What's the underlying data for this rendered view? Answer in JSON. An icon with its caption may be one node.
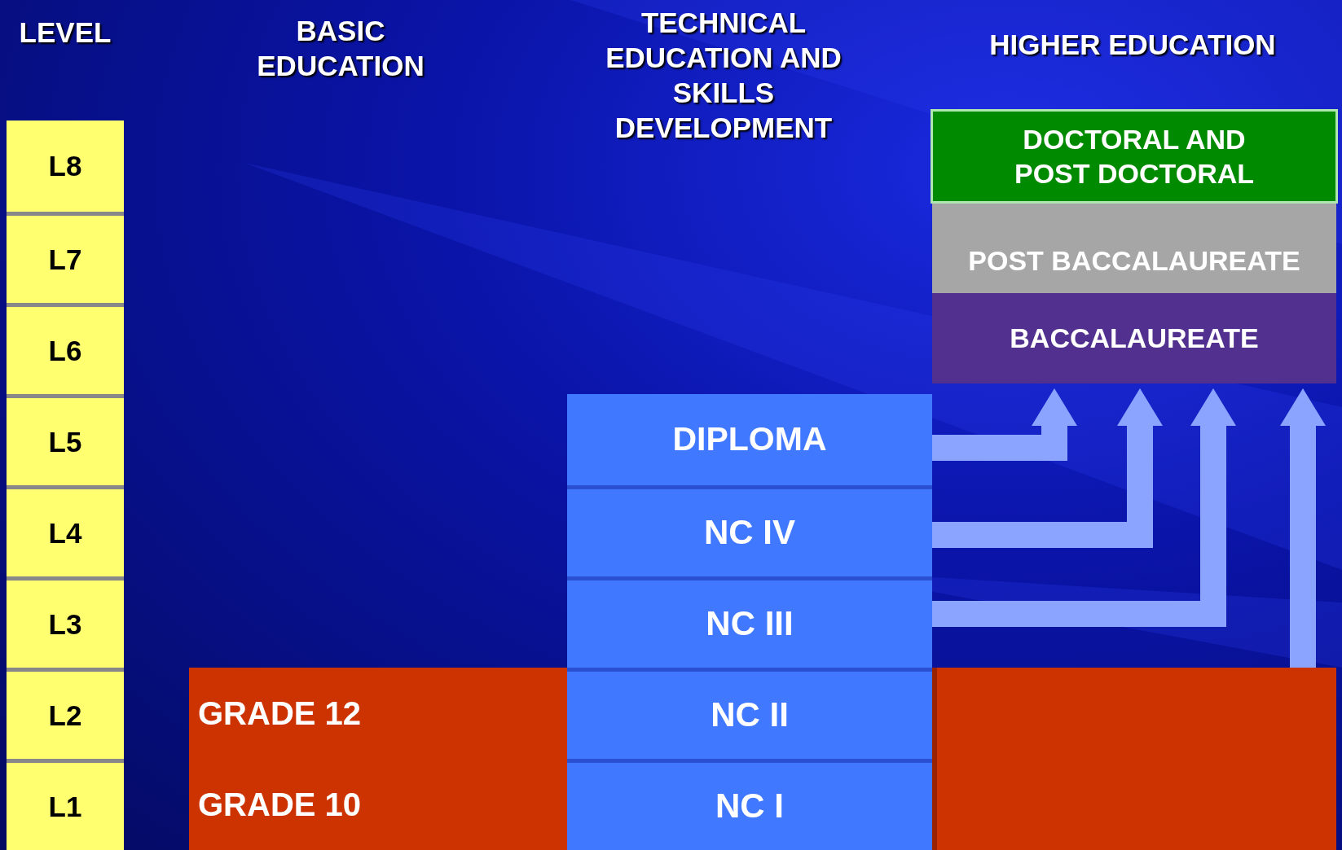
{
  "diagram": {
    "nodes": [
      {
        "text": [
          "L8"
        ]
      },
      {
        "text": [
          "L7"
        ]
      },
      {
        "text": [
          "L6"
        ]
      },
      {
        "text": [
          "L5"
        ]
      },
      {
        "text": [
          "L4"
        ]
      },
      {
        "text": [
          "L3"
        ]
      },
      {
        "text": [
          "L2"
        ]
      },
      {
        "text": [
          "L1"
        ]
      },
      {
        "text": [
          "DOCTORAL AND POST DOCTORAL"
        ]
      },
      {
        "text": [
          "POST BACCALAUREATE"
        ]
      },
      {
        "text": [
          "BACCALAUREATE"
        ]
      },
      {
        "text": [
          "DIPLOMA"
        ]
      },
      {
        "text": [
          "NC IV"
        ]
      },
      {
        "text": [
          "NC III"
        ]
      },
      {
        "text": [
          "NC II"
        ]
      },
      {
        "text": [
          "NC I"
        ]
      },
      {
        "text": [
          "GRADE 12",
          "GRADE 10"
        ]
      },
      {
        "text": [],
        "shape": "box"
      }
    ],
    "edges": [
      {
        "from": 11,
        "to": 10,
        "arrow": "to"
      },
      {
        "from": 12,
        "to": 10,
        "arrow": "to"
      },
      {
        "from": 13,
        "to": 10,
        "arrow": "to"
      },
      {
        "from": 17,
        "to": 10,
        "arrow": "to"
      }
    ],
    "labels": [
      "LEVEL",
      "BASIC EDUCATION",
      "TECHNICAL EDUCATION AND SKILLS DEVELOPMENT",
      "HIGHER EDUCATION"
    ]
  }
}
